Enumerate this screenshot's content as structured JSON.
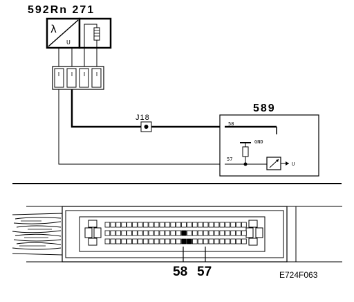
{
  "diagram": {
    "sensor_label": "592Rn 271",
    "sensor_lambda_symbol": "λ",
    "sensor_u_symbol": "U",
    "splice_label": "J18",
    "ecu_label": "589",
    "ecu_pin_top": "58",
    "ecu_pin_bottom": "57",
    "ecu_gnd_text": "GND",
    "ecu_out_text": "U",
    "connector_pin_a": "58",
    "connector_pin_b": "57",
    "code": "E724F063"
  }
}
